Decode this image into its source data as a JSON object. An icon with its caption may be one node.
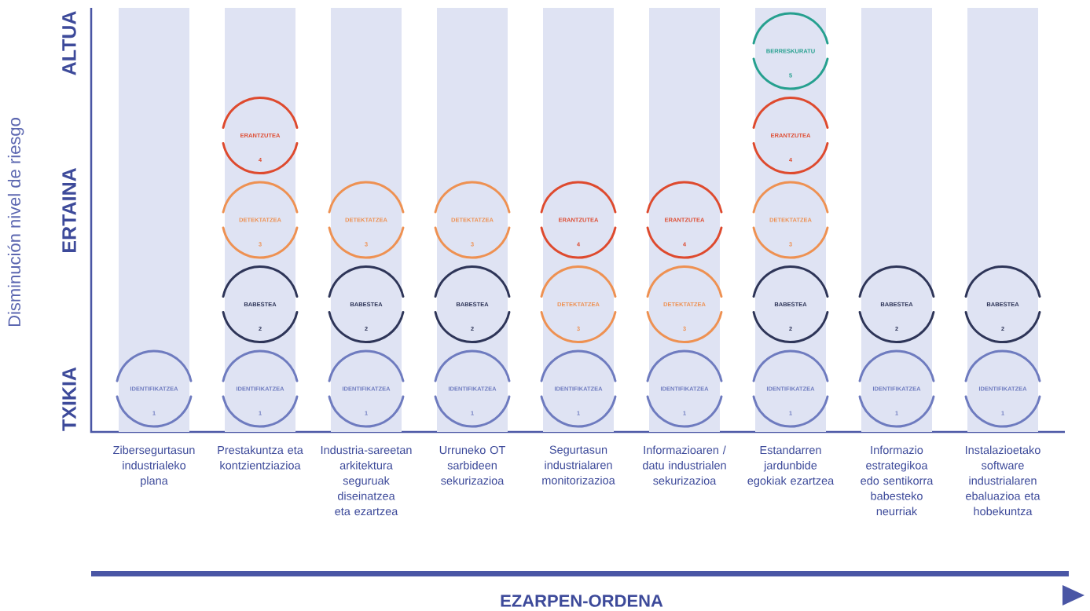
{
  "diagram": {
    "nodes": [
      {
        "text": [
          "Zibersegurtasun industrialeko plana"
        ]
      },
      {
        "text": [
          "IDENTIFIKATZEA",
          "1"
        ],
        "in": 0
      },
      {
        "text": [
          "Prestakuntza eta kontzientziazioa"
        ]
      },
      {
        "text": [
          "ERANTZUTEA",
          "4"
        ],
        "in": 2
      },
      {
        "text": [
          "DETEKTATZEA",
          "3"
        ],
        "in": 2
      },
      {
        "text": [
          "BABESTEA",
          "2"
        ],
        "in": 2
      },
      {
        "text": [
          "IDENTIFIKATZEA",
          "1"
        ],
        "in": 2
      },
      {
        "text": [
          "Industria-sareetan arkitektura seguruak diseinatzea eta ezartzea"
        ]
      },
      {
        "text": [
          "DETEKTATZEA",
          "3"
        ],
        "in": 7
      },
      {
        "text": [
          "BABESTEA",
          "2"
        ],
        "in": 7
      },
      {
        "text": [
          "IDENTIFIKATZEA",
          "1"
        ],
        "in": 7
      },
      {
        "text": [
          "Urruneko OT sarbideen sekurizazioa"
        ]
      },
      {
        "text": [
          "DETEKTATZEA",
          "3"
        ],
        "in": 11
      },
      {
        "text": [
          "BABESTEA",
          "2"
        ],
        "in": 11
      },
      {
        "text": [
          "IDENTIFIKATZEA",
          "1"
        ],
        "in": 11
      },
      {
        "text": [
          "Segurtasun industrialaren monitorizazioa"
        ]
      },
      {
        "text": [
          "ERANTZUTEA",
          "4"
        ],
        "in": 15
      },
      {
        "text": [
          "DETEKTATZEA",
          "3"
        ],
        "in": 15
      },
      {
        "text": [
          "IDENTIFIKATZEA",
          "1"
        ],
        "in": 15
      },
      {
        "text": [
          "Informazioaren / datu industrialen sekurizazioa"
        ]
      },
      {
        "text": [
          "ERANTZUTEA",
          "4"
        ],
        "in": 19
      },
      {
        "text": [
          "DETEKTATZEA",
          "3"
        ],
        "in": 19
      },
      {
        "text": [
          "IDENTIFIKATZEA",
          "1"
        ],
        "in": 19
      },
      {
        "text": [
          "Estandarren jardunbide egokiak ezartzea"
        ]
      },
      {
        "text": [
          "BERRESKURATU",
          "5"
        ],
        "in": 23
      },
      {
        "text": [
          "ERANTZUTEA",
          "4"
        ],
        "in": 23
      },
      {
        "text": [
          "DETEKTATZEA",
          "3"
        ],
        "in": 23
      },
      {
        "text": [
          "BABESTEA",
          "2"
        ],
        "in": 23
      },
      {
        "text": [
          "IDENTIFIKATZEA",
          "1"
        ],
        "in": 23
      },
      {
        "text": [
          "Informazio estrategikoa edo sentikorra babesteko neurriak"
        ]
      },
      {
        "text": [
          "BABESTEA",
          "2"
        ],
        "in": 29
      },
      {
        "text": [
          "IDENTIFIKATZEA",
          "1"
        ],
        "in": 29
      },
      {
        "text": [
          "Instalazioetako software industrialaren ebaluazioa eta hobekuntza"
        ]
      },
      {
        "text": [
          "BABESTEA",
          "2"
        ],
        "in": 32
      },
      {
        "text": [
          "IDENTIFIKATZEA",
          "1"
        ],
        "in": 32
      }
    ],
    "labels": [
      "Disminución nivel de riesgo",
      "ALTUA",
      "ERTAINA",
      "TXIKIA",
      "EZARPEN-ORDENA"
    ]
  }
}
